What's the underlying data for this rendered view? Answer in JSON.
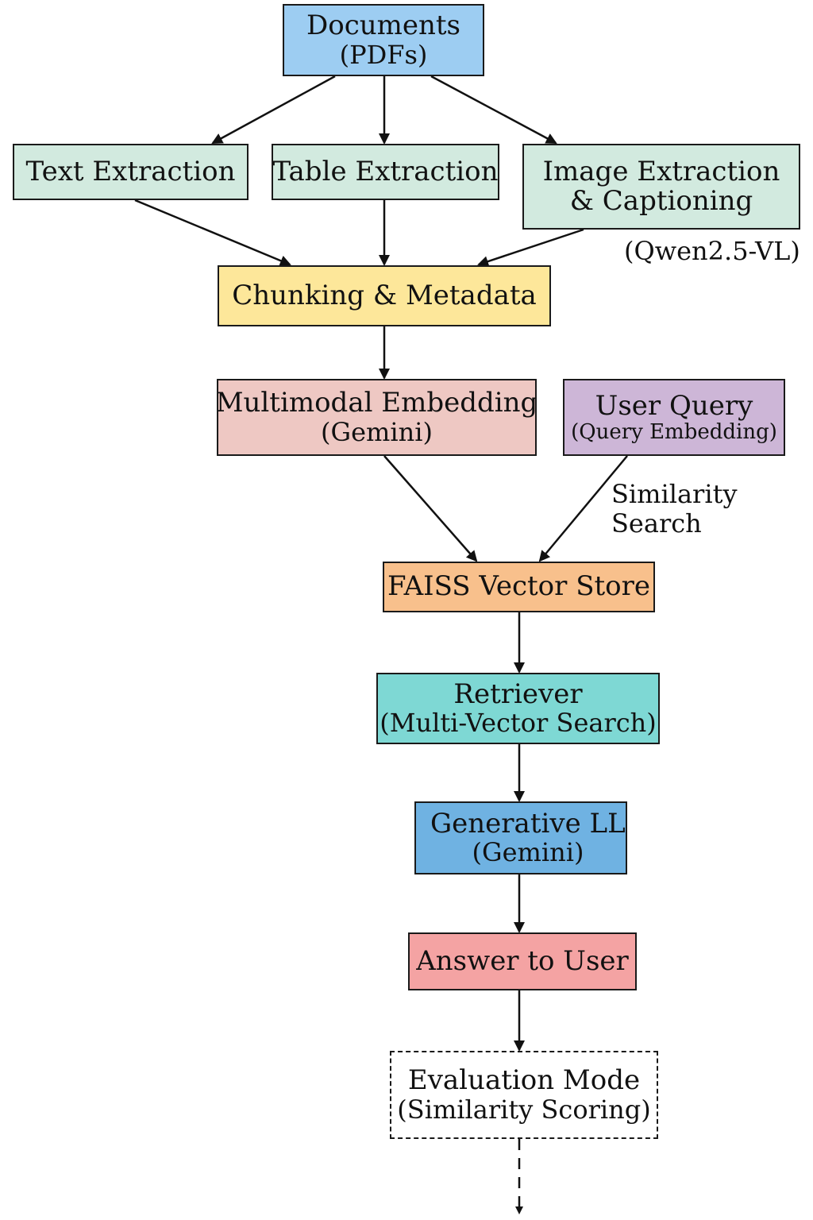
{
  "nodes": {
    "documents": {
      "line1": "Documents",
      "line2": "(PDFs)",
      "color": "#9dcdf2"
    },
    "text_extraction": {
      "line1": "Text Extraction",
      "color": "#d2eadf"
    },
    "table_extraction": {
      "line1": "Table Extraction",
      "color": "#d2eadf"
    },
    "image_extraction": {
      "line1": "Image Extraction",
      "line2": "& Captioning",
      "color": "#d2eadf"
    },
    "chunking": {
      "line1": "Chunking & Metadata",
      "color": "#fde79a"
    },
    "multimodal_embedding": {
      "line1": "Multimodal Embedding",
      "line2": "(Gemini)",
      "color": "#eec8c3"
    },
    "user_query": {
      "line1": "User Query",
      "line2": "(Query Embedding)",
      "color": "#cdb6d7"
    },
    "faiss": {
      "line1": "FAISS Vector Store",
      "color": "#f8c08c"
    },
    "retriever": {
      "line1": "Retriever",
      "line2": "(Multi-Vector Search)",
      "color": "#7ed8d4"
    },
    "generative_llm": {
      "line1": "Generative LLM",
      "line2": "(Gemini)",
      "color": "#6fb2e2"
    },
    "answer": {
      "line1": "Answer to User",
      "color": "#f4a3a3"
    },
    "evaluation": {
      "line1": "Evaluation Mode",
      "line2": "(Similarity Scoring)"
    }
  },
  "labels": {
    "qwen": "(Qwen2.5-VL)",
    "similarity_line1": "Similarity",
    "similarity_line2": "Search"
  }
}
